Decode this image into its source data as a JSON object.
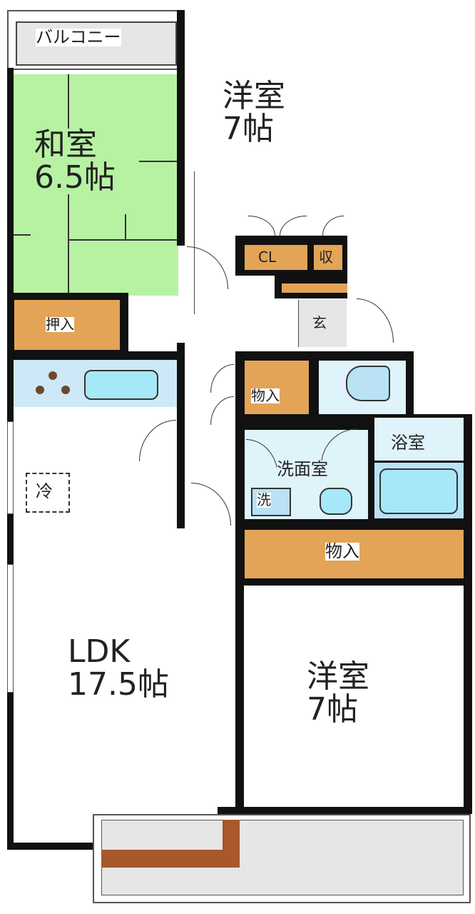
{
  "rooms": {
    "balcony_top": {
      "label": "バルコニー"
    },
    "japanese_room": {
      "name": "和室",
      "size": "6.5帖"
    },
    "western_room_1": {
      "name": "洋室",
      "size": "7帖"
    },
    "closet_cl": {
      "label": "CL"
    },
    "storage_shu": {
      "label": "収"
    },
    "entrance": {
      "label": "玄"
    },
    "oshiire": {
      "label": "押入"
    },
    "storage_small": {
      "label": "物入"
    },
    "washroom": {
      "label": "洗面室"
    },
    "washer": {
      "label": "洗"
    },
    "bathroom": {
      "label": "浴室"
    },
    "refrigerator": {
      "label": "冷"
    },
    "storage_large": {
      "label": "物入"
    },
    "ldk": {
      "name": "LDK",
      "size": "17.5帖"
    },
    "western_room_2": {
      "name": "洋室",
      "size": "7帖"
    }
  },
  "colors": {
    "wall": "#111111",
    "tatami": "#b7f2a3",
    "storage": "#e3a457",
    "wet_area": "#dff3fb",
    "fixture": "#a6e8f7",
    "balcony": "#e6e6e6"
  }
}
